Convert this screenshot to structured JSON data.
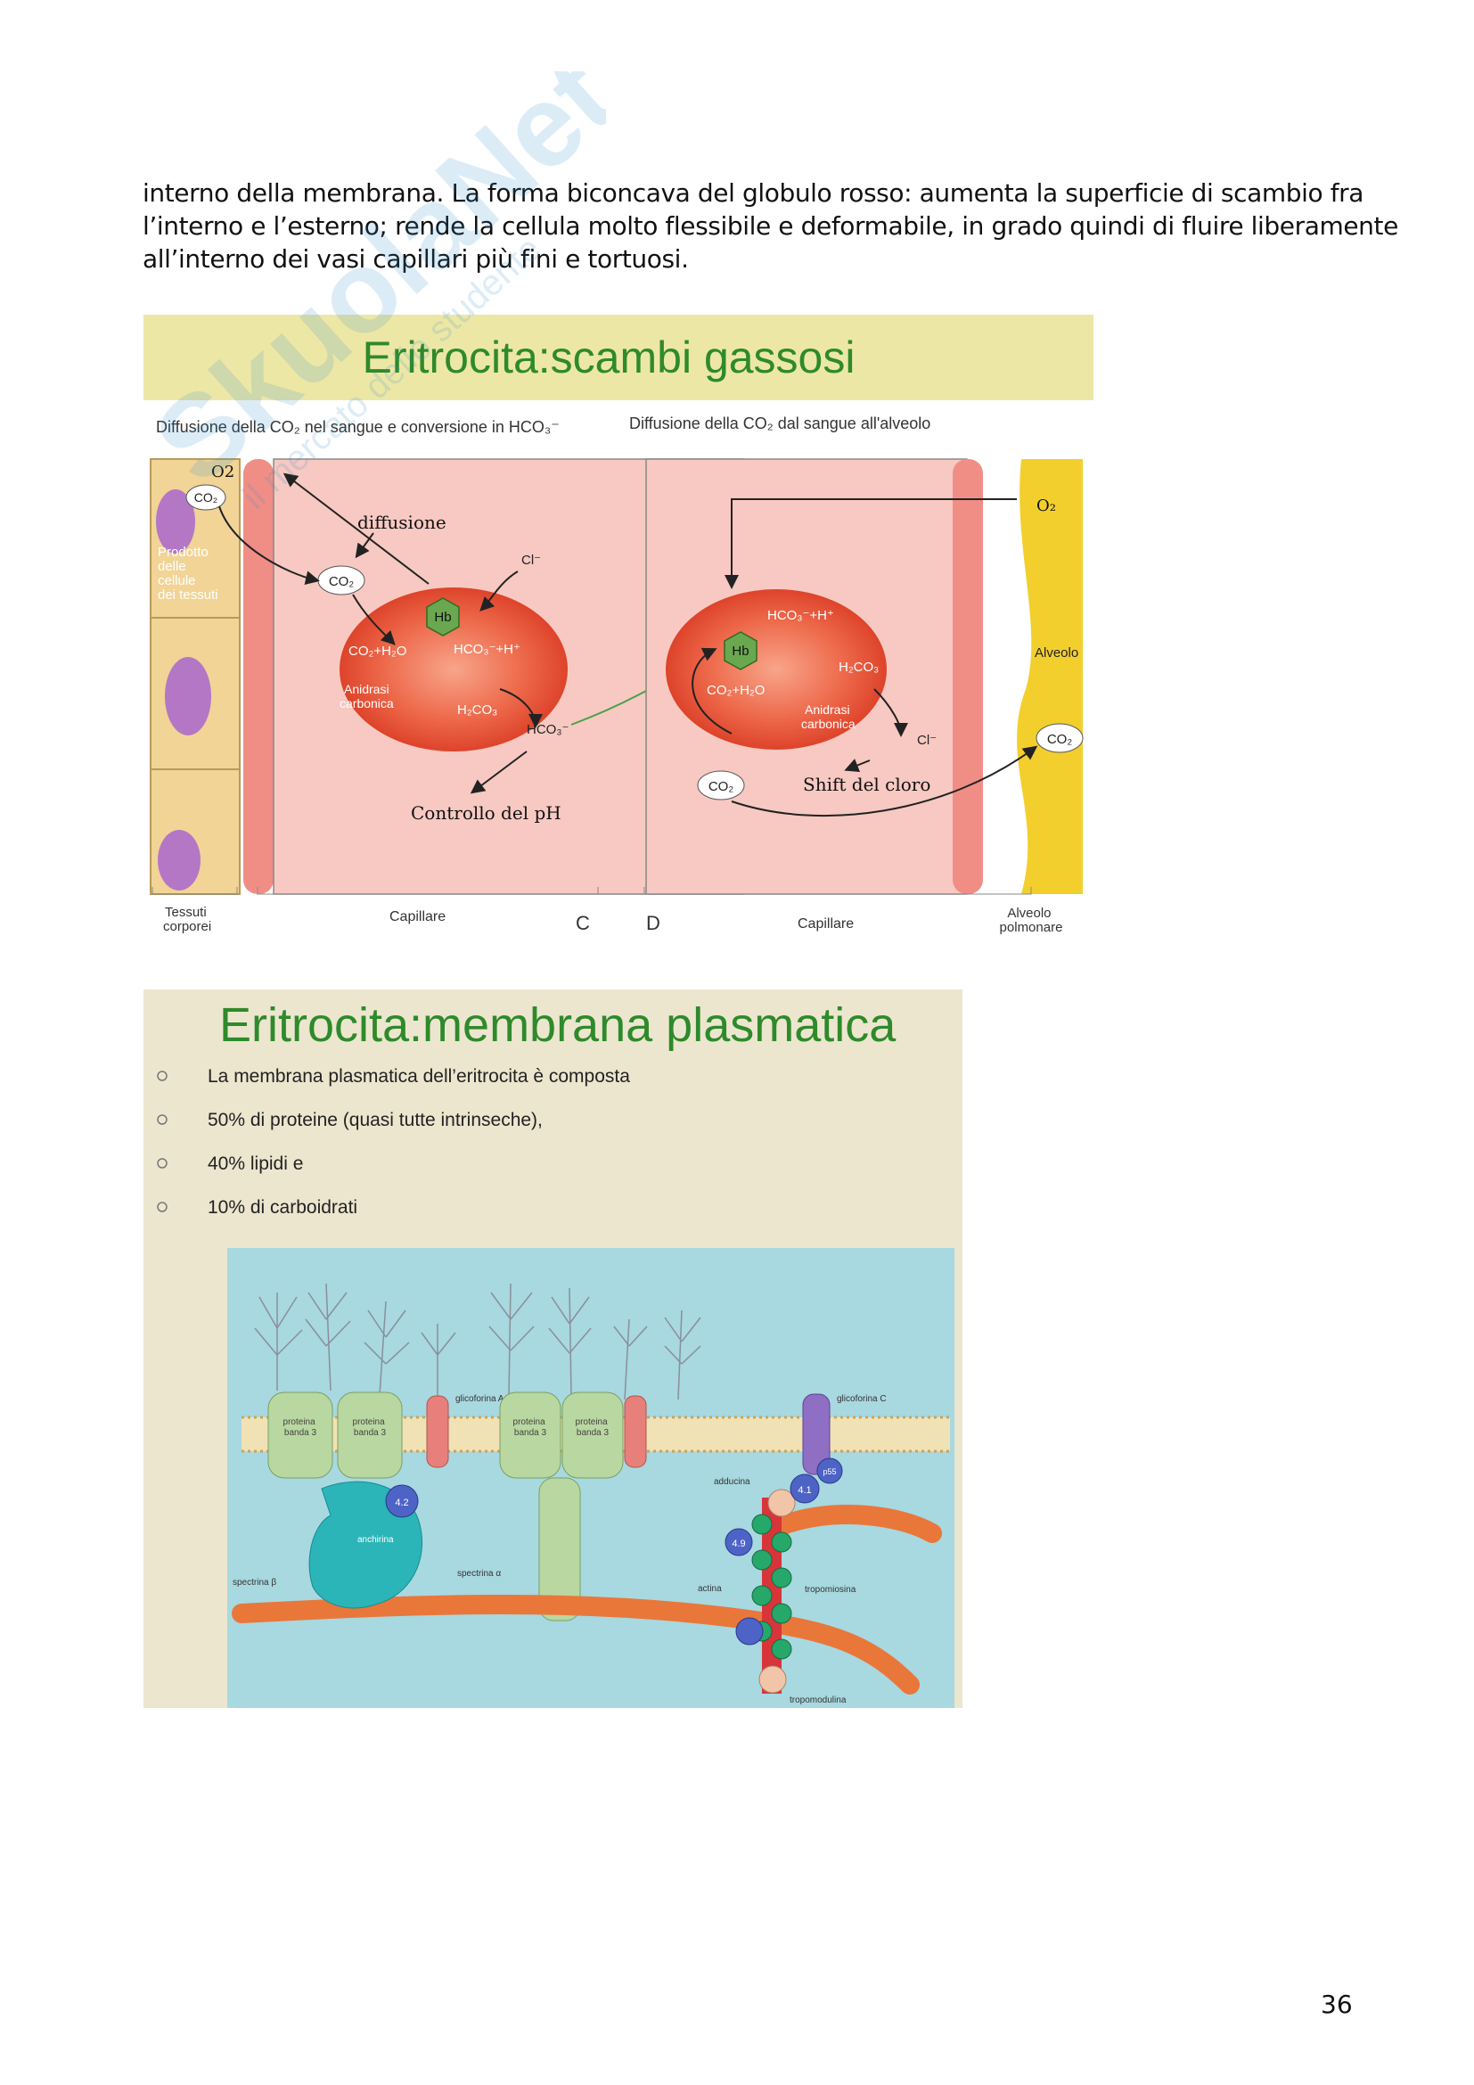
{
  "paragraph": {
    "lines": [
      "interno della membrana. La forma biconcava del globulo rosso: aumenta la superficie di scambio fra",
      "l’interno e l’esterno; rende la cellula molto flessibile e deformabile, in grado quindi di fluire liberamente",
      "all’interno dei vasi capillari più fini e tortuosi."
    ]
  },
  "watermark": {
    "brand": "SkuolaNet",
    "tagline": "il mercato dello studente"
  },
  "slide1": {
    "title": "Eritrocita:scambi gassosi",
    "left_caption": "Diffusione della CO₂ nel sangue e conversione in HCO₃⁻",
    "right_caption": "Diffusione della CO₂ dal sangue all'alveolo",
    "labels": {
      "o2_left": "O2",
      "co2_cell": "CO₂",
      "prodotto": [
        "Prodotto",
        "delle",
        "cellule",
        "dei tessuti"
      ],
      "diffusione": "diffusione",
      "co2_diff": "CO₂",
      "cl_left": "Cl⁻",
      "hb_left": "Hb",
      "co2_h2o_left": "CO₂+H₂O",
      "hco3_h_left": "HCO₃⁻+H⁺",
      "anidrasi_left": [
        "Anidrasi",
        "carbonica"
      ],
      "h2co3_left": "H₂CO₃",
      "hco3_left": "HCO₃⁻",
      "controllo": "Controllo del pH",
      "o2_right": "O₂",
      "hco3_h_right": "HCO₃⁻+H⁺",
      "hb_right": "Hb",
      "h2co3_right": "H₂CO₃",
      "co2_h2o_right": "CO₂+H₂O",
      "anidrasi_right": [
        "Anidrasi",
        "carbonica"
      ],
      "cl_right": "Cl⁻",
      "co2_right": "CO₂",
      "shift": "Shift del cloro",
      "alveolo": "Alveolo",
      "co2_alveolo": "CO₂"
    },
    "bottom": {
      "tessuti": [
        "Tessuti",
        "corporei"
      ],
      "capillare_left": "Capillare",
      "c": "C",
      "d": "D",
      "capillare_right": "Capillare",
      "alveolo_polmonare": [
        "Alveolo",
        "polmonare"
      ]
    },
    "colors": {
      "title_bg": "#ede7a6",
      "title_text": "#2e8a2a",
      "capillary": "#f7c9c2",
      "rbc": "#e64a2e",
      "hb": "#6aa84f",
      "alveolus": "#f2cf2d",
      "cell_nucleus": "#b477c6"
    }
  },
  "slide2": {
    "title": "Eritrocita:membrana plasmatica",
    "bullets": [
      "La membrana plasmatica dell’eritrocita è composta",
      "50% di proteine (quasi tutte intrinseche),",
      "40% lipidi e",
      "10% di carboidrati"
    ],
    "diagram_labels": {
      "proteina_banda3": [
        "proteina",
        "banda 3"
      ],
      "glicoforina_a": "glicoforina A",
      "glicoforina_c": "glicoforina C",
      "adducina": "adducina",
      "p55": "p55",
      "b41": "4.1",
      "b42": "4.2",
      "b49": "4.9",
      "anchirina": "anchirina",
      "spectrina_b": "spectrina β",
      "spectrina_a": "spectrina α",
      "actina": "actina",
      "tropomiosina": "tropomiosina",
      "tropomodulina": "tropomodulina"
    },
    "colors": {
      "background": "#ece6cf",
      "diagram_bg": "#a8d8e0",
      "band3": "#b9d7a0",
      "ankyrin": "#2bb5b8",
      "spectrin": "#e9773a",
      "glycophorin": "#e77f7a"
    }
  },
  "page_number": "36"
}
